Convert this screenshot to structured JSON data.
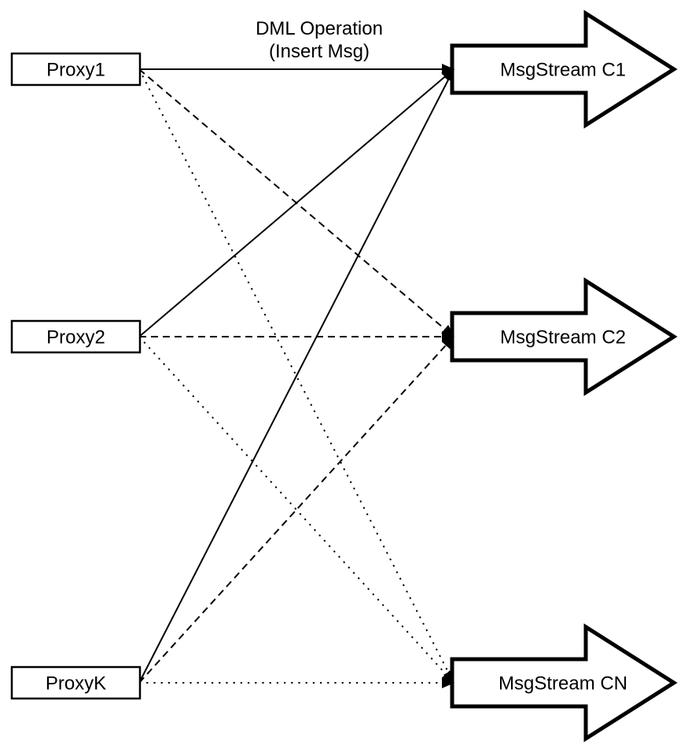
{
  "label": {
    "line1": "DML Operation",
    "line2": "(Insert Msg)"
  },
  "proxies": [
    {
      "label": "Proxy1"
    },
    {
      "label": "Proxy2"
    },
    {
      "label": "ProxyK"
    }
  ],
  "streams": [
    {
      "label": "MsgStream C1"
    },
    {
      "label": "MsgStream C2"
    },
    {
      "label": "MsgStream CN"
    }
  ],
  "connections": [
    {
      "from": "Proxy1",
      "to": "MsgStream C1",
      "style": "solid"
    },
    {
      "from": "Proxy1",
      "to": "MsgStream C2",
      "style": "dashed"
    },
    {
      "from": "Proxy1",
      "to": "MsgStream CN",
      "style": "dotted"
    },
    {
      "from": "Proxy2",
      "to": "MsgStream C1",
      "style": "solid"
    },
    {
      "from": "Proxy2",
      "to": "MsgStream C2",
      "style": "dashed"
    },
    {
      "from": "Proxy2",
      "to": "MsgStream CN",
      "style": "dotted"
    },
    {
      "from": "ProxyK",
      "to": "MsgStream C1",
      "style": "solid"
    },
    {
      "from": "ProxyK",
      "to": "MsgStream C2",
      "style": "dashed"
    },
    {
      "from": "ProxyK",
      "to": "MsgStream CN",
      "style": "dotted"
    }
  ],
  "colors": {
    "stroke": "#000000",
    "fill": "#ffffff",
    "background": "#ffffff"
  }
}
